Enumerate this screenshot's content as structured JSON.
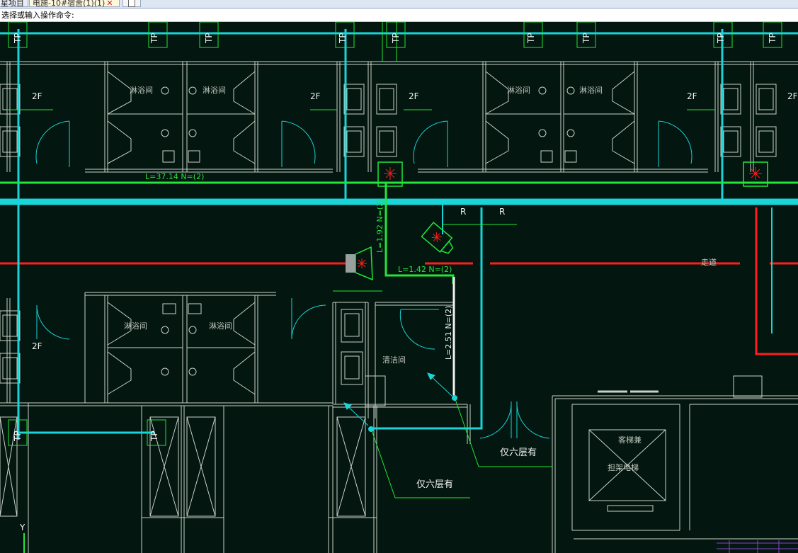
{
  "tabs": [
    {
      "label": "星项目",
      "active": false
    },
    {
      "label": "电施-10#宿舍(1)(1)",
      "active": true
    }
  ],
  "command_prompt": "选择或输入操作命令:",
  "drawing": {
    "labels": {
      "tp": "TP",
      "floor_2f": "2F",
      "shower_room": "淋浴间",
      "cleaning_room": "清洁间",
      "corridor": "走道",
      "r": "R",
      "only_sixth_floor": "仅六层有",
      "passenger_elevator": "客梯兼",
      "stretcher_elevator": "担架电梯",
      "axis_y": "Y"
    },
    "pipe_labels": {
      "main_top": "L=37.14  N=(2)",
      "vertical_left": "L=1.92  N=(2)",
      "short_horizontal": "L=1.42  N=(2)",
      "vertical_right": "L=2.51  N=(2)"
    },
    "colors": {
      "background": "#03160f",
      "walls": "#c9d1c9",
      "cyan_pipe": "#19d4d8",
      "green_pipe": "#22e63a",
      "red_line": "#ff1d1d",
      "white_pipe": "#f2f2f2"
    }
  }
}
